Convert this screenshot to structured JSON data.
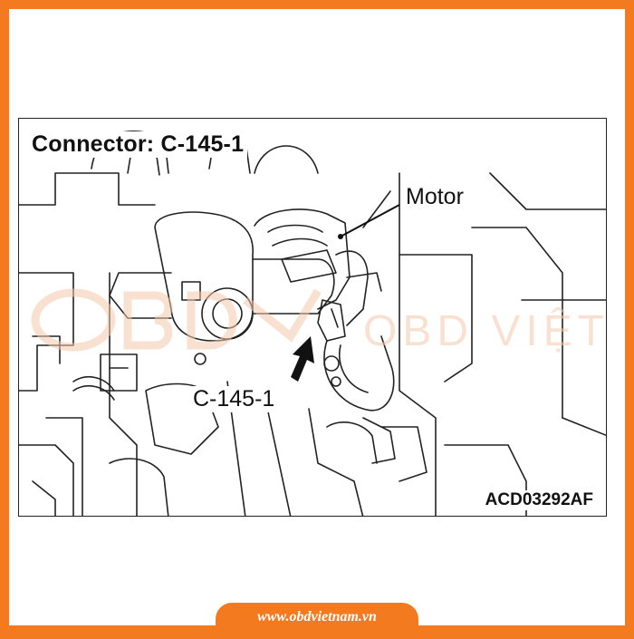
{
  "diagram": {
    "title": "Connector: C-145-1",
    "callouts": {
      "motor": "Motor",
      "connector": "C-145-1"
    },
    "figure_code": "ACD03292AF"
  },
  "watermark": {
    "logo_text": "OBD VIỆT NAM"
  },
  "footer": {
    "url": "www.obdvietnam.vn"
  },
  "colors": {
    "border": "#f47a20",
    "watermark": "#f5c9ad",
    "line_art": "#222222"
  },
  "icons": [
    "arrow-up-icon"
  ]
}
